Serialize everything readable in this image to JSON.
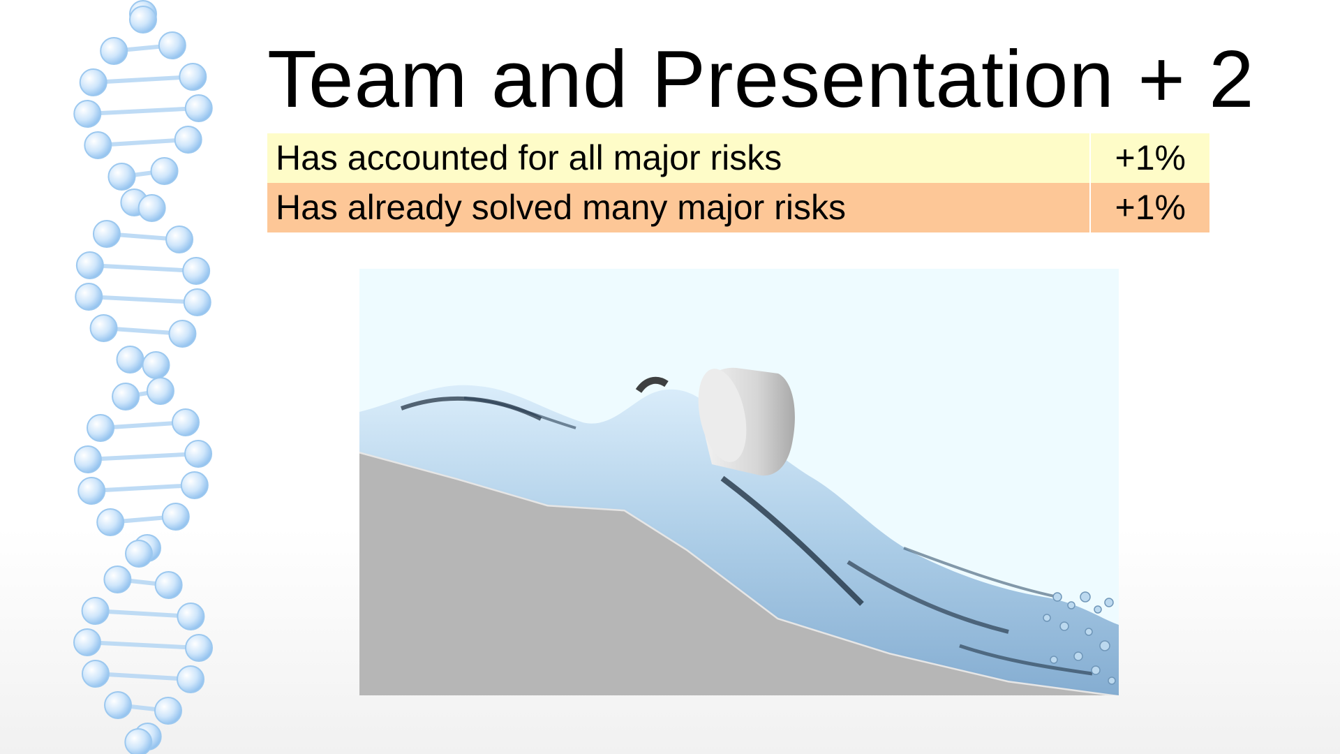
{
  "slide": {
    "title": "Team and Presentation + 2"
  },
  "risk_table": {
    "rows": [
      {
        "label": "Has accounted for all major risks",
        "value": "+1%"
      },
      {
        "label": "Has already solved many major risks",
        "value": "+1%"
      }
    ]
  },
  "colors": {
    "row_1_fill": "#fefcc8",
    "row_2_fill": "#fdc797",
    "sky": "#eefbff",
    "water": "#a9cbe6",
    "ground": "#b6b6b6"
  }
}
